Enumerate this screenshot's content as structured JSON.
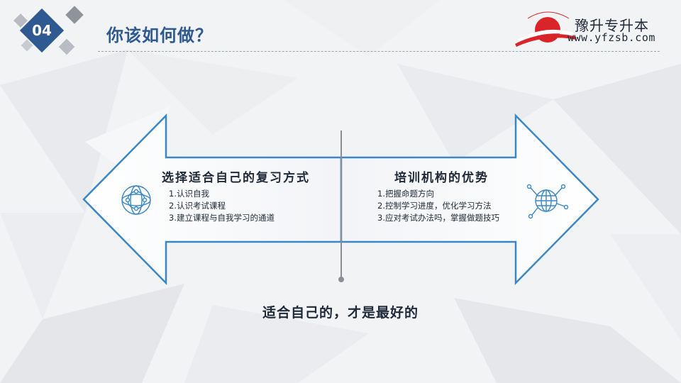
{
  "header": {
    "section_number": "04",
    "title": "你该如何做？"
  },
  "logo": {
    "name": "豫升专升本",
    "url": "www.yfzsb.com",
    "arc_text": "豫升专升本"
  },
  "left_panel": {
    "title": "选择适合自己的复习方式",
    "items": [
      "1.认识自我",
      "2.认识考试课程",
      "3.建立课程与自我学习的通道"
    ]
  },
  "right_panel": {
    "title": "培训机构的优势",
    "items": [
      "1.把握命题方向",
      "2.控制学习进度，优化学习方法",
      "3.应对考试办法吗，掌握做题技巧"
    ]
  },
  "conclusion": "适合自己的，才是最好的",
  "colors": {
    "accent": "#2e5a91",
    "arrow_stroke": "#3b86c4",
    "logo_red": "#d9252a",
    "divider": "#8a8f96"
  },
  "icons": [
    "globe-network-icon",
    "globe-grid-icon"
  ]
}
